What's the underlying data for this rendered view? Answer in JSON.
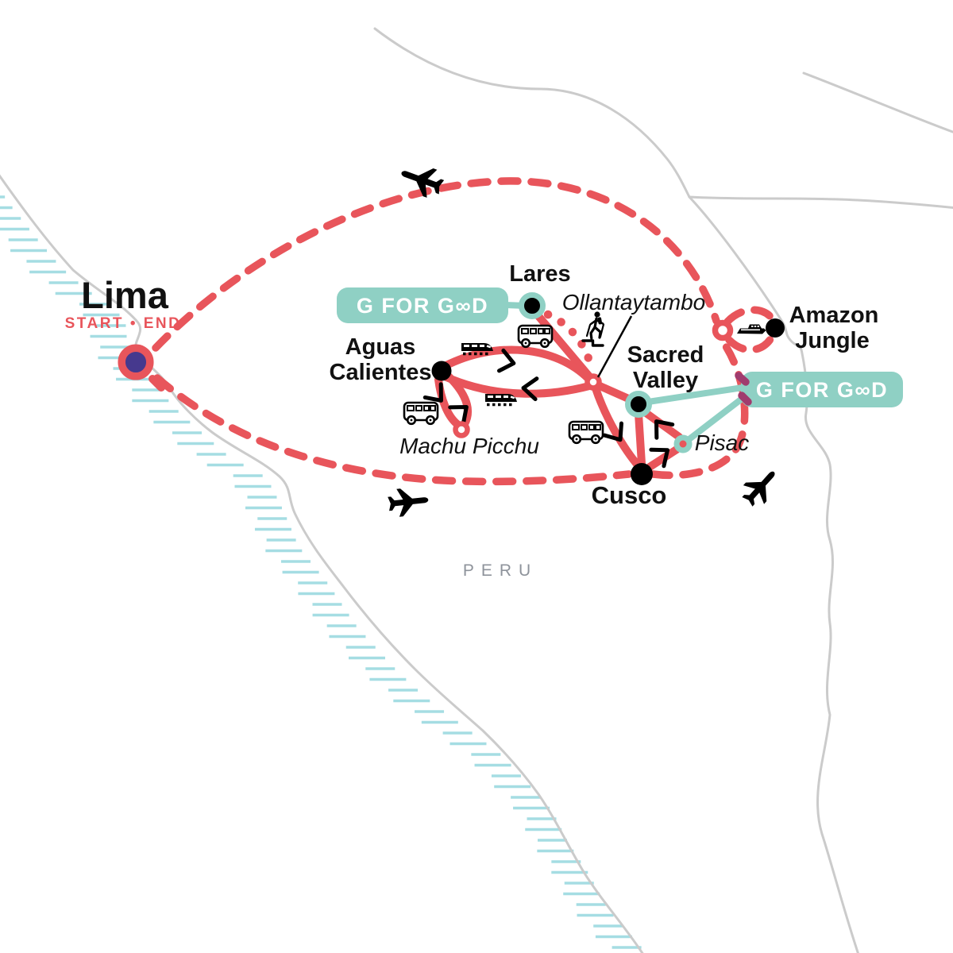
{
  "map": {
    "country_label": "PERU",
    "badges": {
      "lares_badge": "G FOR G∞D",
      "sacred_valley_badge": "G FOR G∞D"
    },
    "locations": {
      "lima": {
        "name": "Lima",
        "status": "START • END"
      },
      "lares": {
        "name": "Lares"
      },
      "ollantaytambo": {
        "name": "Ollantaytambo"
      },
      "aguas_calientes": {
        "line1": "Aguas",
        "line2": "Calientes"
      },
      "machu_picchu": {
        "name": "Machu Picchu"
      },
      "sacred_valley": {
        "line1": "Sacred",
        "line2": "Valley"
      },
      "pisac": {
        "name": "Pisac"
      },
      "cusco": {
        "name": "Cusco"
      },
      "amazon_jungle": {
        "line1": "Amazon",
        "line2": "Jungle"
      }
    },
    "icons": {
      "plane": "airplane-silhouette",
      "train": "train-silhouette",
      "bus": "minibus-outline",
      "boat": "riverboat-silhouette",
      "hiker": "trekking-person",
      "arrow": "direction-chevron",
      "infinity_glyph": "∞"
    },
    "colors": {
      "route_red": "#E8555B",
      "badge_teal": "#8FD0C4",
      "marker_purple": "#46398E",
      "accent_magenta": "#A03C6E",
      "border_gray": "#CBCBCB",
      "sea_hatch": "#A5DDE3",
      "country_text": "#8E939B",
      "label_black": "#111111"
    }
  }
}
